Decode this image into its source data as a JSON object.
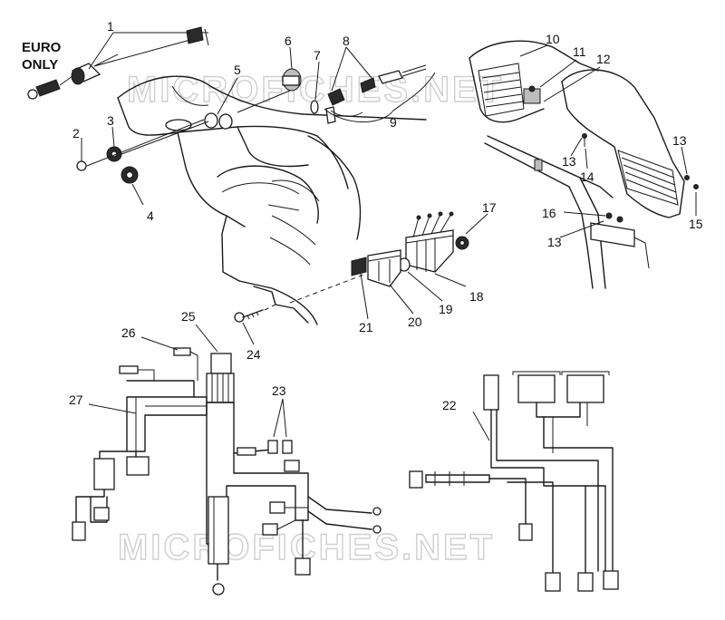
{
  "watermark": "MICROFICHES.NET",
  "note": {
    "line1": "EURO",
    "line2": "ONLY"
  },
  "callouts": [
    {
      "id": "1",
      "label": "1"
    },
    {
      "id": "2",
      "label": "2"
    },
    {
      "id": "3",
      "label": "3"
    },
    {
      "id": "4",
      "label": "4"
    },
    {
      "id": "5",
      "label": "5"
    },
    {
      "id": "6",
      "label": "6"
    },
    {
      "id": "7",
      "label": "7"
    },
    {
      "id": "8",
      "label": "8"
    },
    {
      "id": "9",
      "label": "9"
    },
    {
      "id": "10",
      "label": "10"
    },
    {
      "id": "11",
      "label": "11"
    },
    {
      "id": "12",
      "label": "12"
    },
    {
      "id": "13a",
      "label": "13"
    },
    {
      "id": "13b",
      "label": "13"
    },
    {
      "id": "13c",
      "label": "13"
    },
    {
      "id": "14",
      "label": "14"
    },
    {
      "id": "15",
      "label": "15"
    },
    {
      "id": "16",
      "label": "16"
    },
    {
      "id": "17",
      "label": "17"
    },
    {
      "id": "18",
      "label": "18"
    },
    {
      "id": "19",
      "label": "19"
    },
    {
      "id": "20",
      "label": "20"
    },
    {
      "id": "21",
      "label": "21"
    },
    {
      "id": "22",
      "label": "22"
    },
    {
      "id": "23",
      "label": "23"
    },
    {
      "id": "24",
      "label": "24"
    },
    {
      "id": "25",
      "label": "25"
    },
    {
      "id": "26",
      "label": "26"
    },
    {
      "id": "27",
      "label": "27"
    }
  ]
}
